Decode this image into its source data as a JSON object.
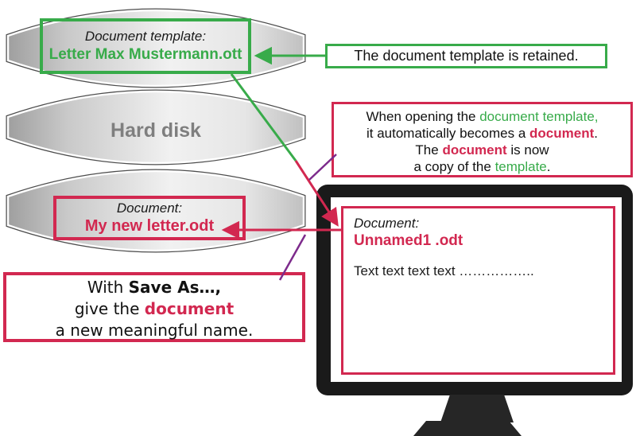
{
  "colors": {
    "green": "#38ab4a",
    "crimson": "#d22850",
    "purple": "#7d2b8c",
    "gray_label": "#7f7f7f",
    "monitor_black": "#1a1a1a"
  },
  "hard_disk": {
    "label": "Hard disk",
    "template_box": {
      "title": "Document template:",
      "filename": "Letter Max Mustermann.ott"
    },
    "document_box": {
      "title": "Document:",
      "filename": "My new letter.odt"
    }
  },
  "annotations": {
    "retained": {
      "text": "The document template is retained."
    },
    "when_opening": {
      "line1_a": "When opening the ",
      "line1_b": "document template,",
      "line2_a": "it automatically becomes a ",
      "line2_b": "document",
      "line2_c": ".",
      "line3_a": "The ",
      "line3_b": "document",
      "line3_c": " is now",
      "line4_a": "a copy of the ",
      "line4_b": "template",
      "line4_c": "."
    },
    "save_as": {
      "line1_a": "With  ",
      "line1_b": "Save As…,",
      "line2_a": "give the ",
      "line2_b": "document",
      "line3": "a new meaningful name."
    }
  },
  "monitor": {
    "document_title": "Document:",
    "filename": "Unnamed1 .odt",
    "body_text": "Text text text text …………….."
  }
}
